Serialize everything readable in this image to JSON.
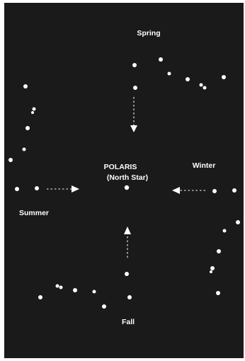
{
  "labels": {
    "spring": "Spring",
    "winter": "Winter",
    "summer": "Summer",
    "fall": "Fall",
    "polaris": "POLARIS",
    "north_star": "(North Star)"
  },
  "colors": {
    "background": "#1a1a1a",
    "frame": "#ffffff",
    "ink": "#ffffff"
  }
}
